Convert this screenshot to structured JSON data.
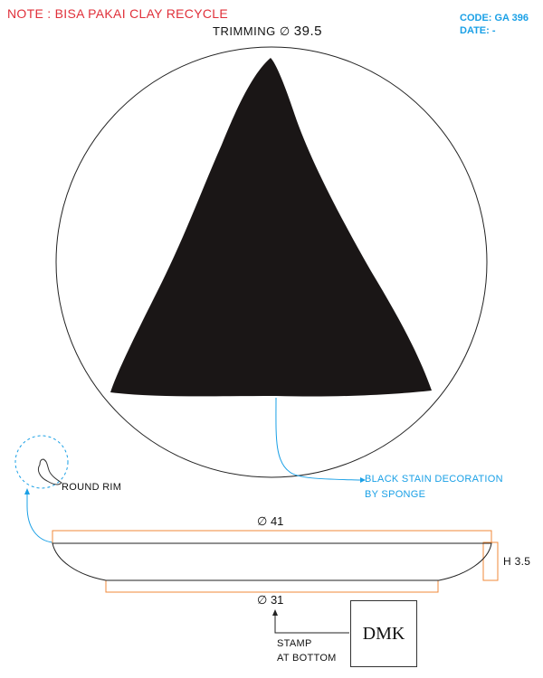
{
  "note": "NOTE : BISA PAKAI CLAY RECYCLE",
  "code": "CODE: GA 396",
  "date": "DATE: -",
  "trimming": {
    "label": "TRIMMING",
    "value": "39.5"
  },
  "callout": {
    "line1": "BLACK STAIN DECORATION",
    "line2": "BY SPONGE"
  },
  "rim_label": "ROUND RIM",
  "dim_top": "41",
  "dim_height": "H 3.5",
  "dim_bottom": "31",
  "stamp": {
    "line1": "STAMP",
    "line2": "AT BOTTOM",
    "logo": "DMK"
  },
  "colors": {
    "note": "#e0303a",
    "code": "#1aa0e6",
    "callout": "#1aa0e6",
    "dimension_box": "#f08a3a",
    "decoration": "#1a1616"
  }
}
